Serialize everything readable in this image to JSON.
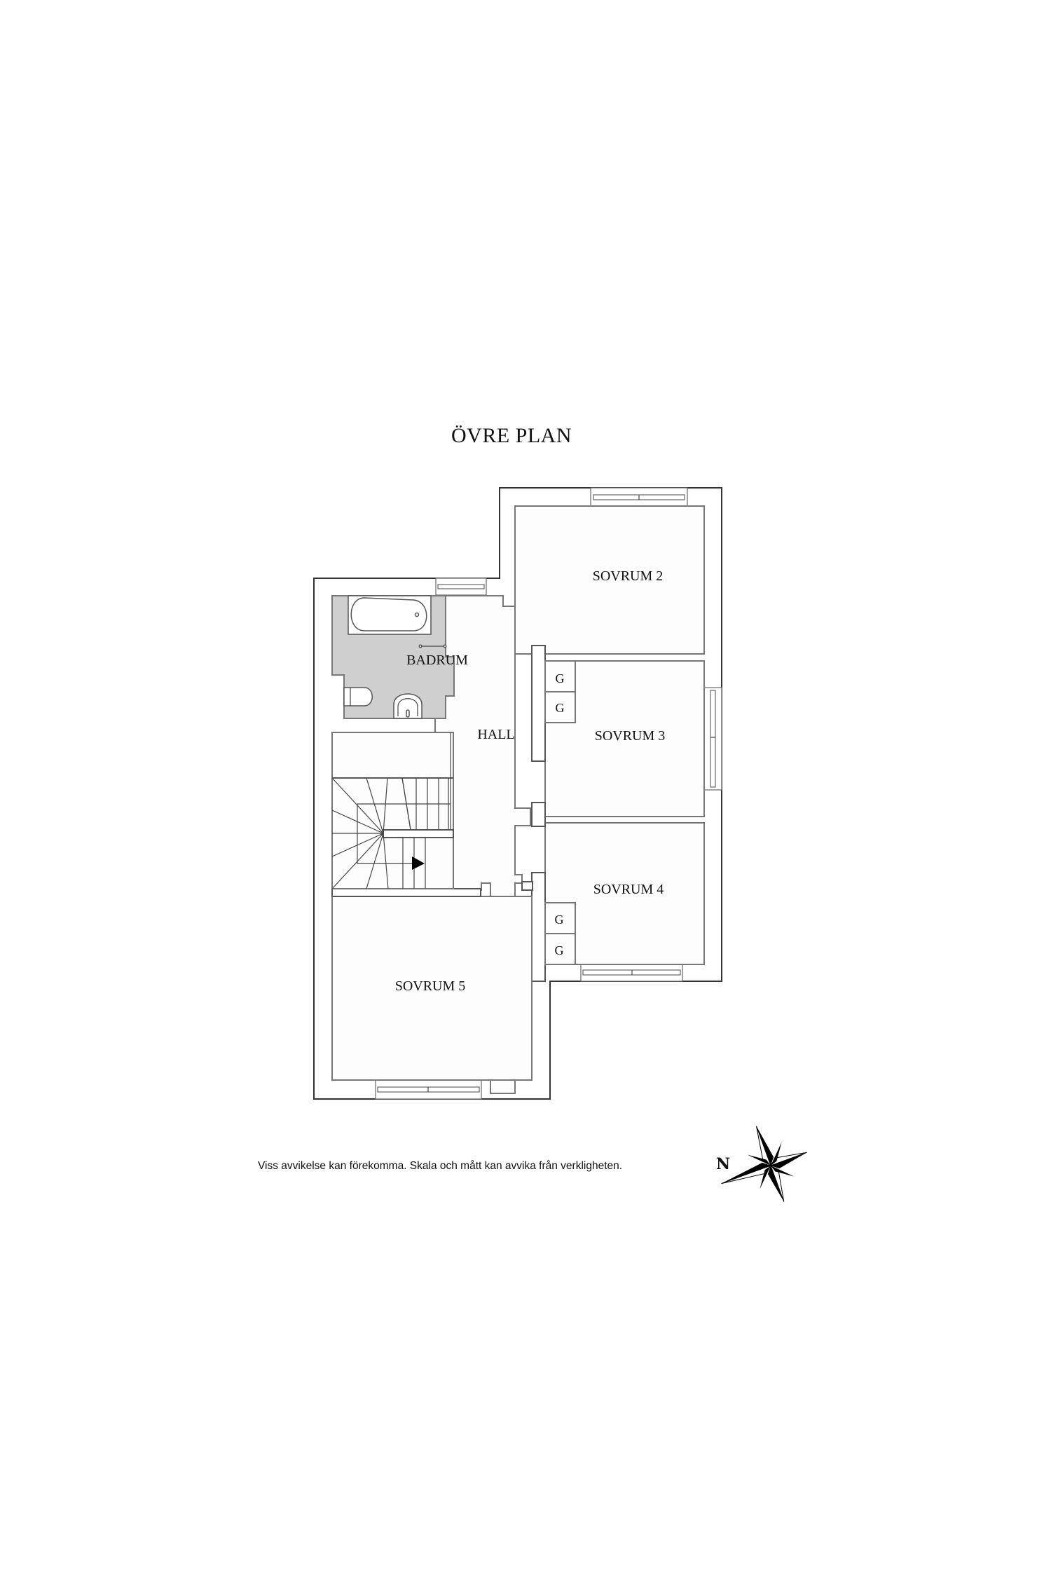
{
  "plan": {
    "title": "ÖVRE PLAN",
    "rooms": [
      {
        "id": "badrum",
        "label": "BADRUM"
      },
      {
        "id": "hall",
        "label": "HALL"
      },
      {
        "id": "sovrum2",
        "label": "SOVRUM 2"
      },
      {
        "id": "sovrum3",
        "label": "SOVRUM 3"
      },
      {
        "id": "sovrum4",
        "label": "SOVRUM 4"
      },
      {
        "id": "sovrum5",
        "label": "SOVRUM 5"
      }
    ],
    "wardrobes": [
      {
        "room": "sovrum3",
        "label": "G"
      },
      {
        "room": "sovrum3",
        "label": "G"
      },
      {
        "room": "sovrum4",
        "label": "G"
      },
      {
        "room": "sovrum4",
        "label": "G"
      }
    ]
  },
  "footer": {
    "disclaimer": "Viss avvikelse kan förekomma. Skala och mått kan avvika från verkligheten.",
    "compass_label": "N",
    "compass_icon": "compass-rose-icon"
  }
}
